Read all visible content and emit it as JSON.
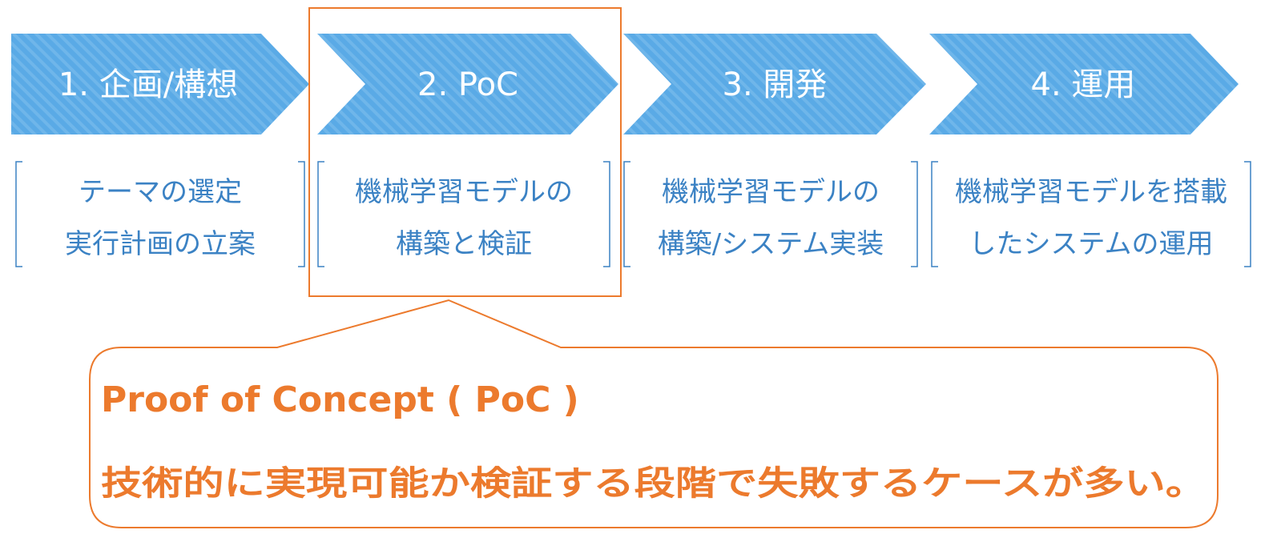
{
  "colors": {
    "arrow_fill": "#5aaae6",
    "arrow_stripe": "#6fb6ea",
    "bracket": "#3b82c4",
    "description_text": "#3b82c4",
    "highlight": "#ec7a2d"
  },
  "stages": [
    {
      "label": "1. 企画/構想",
      "description": [
        "テーマの選定",
        "実行計画の立案"
      ]
    },
    {
      "label": "2. PoC",
      "description": [
        "機械学習モデルの",
        "構築と検証"
      ]
    },
    {
      "label": "3. 開発",
      "description": [
        "機械学習モデルの",
        "構築/システム実装"
      ]
    },
    {
      "label": "4. 運用",
      "description": [
        "機械学習モデルを搭載",
        "したシステムの運用"
      ]
    }
  ],
  "highlighted_stage": "2. PoC",
  "callout": {
    "title": "Proof of Concept ( PoC )",
    "body": "技術的に実現可能か検証する段階で失敗するケースが多い。"
  }
}
